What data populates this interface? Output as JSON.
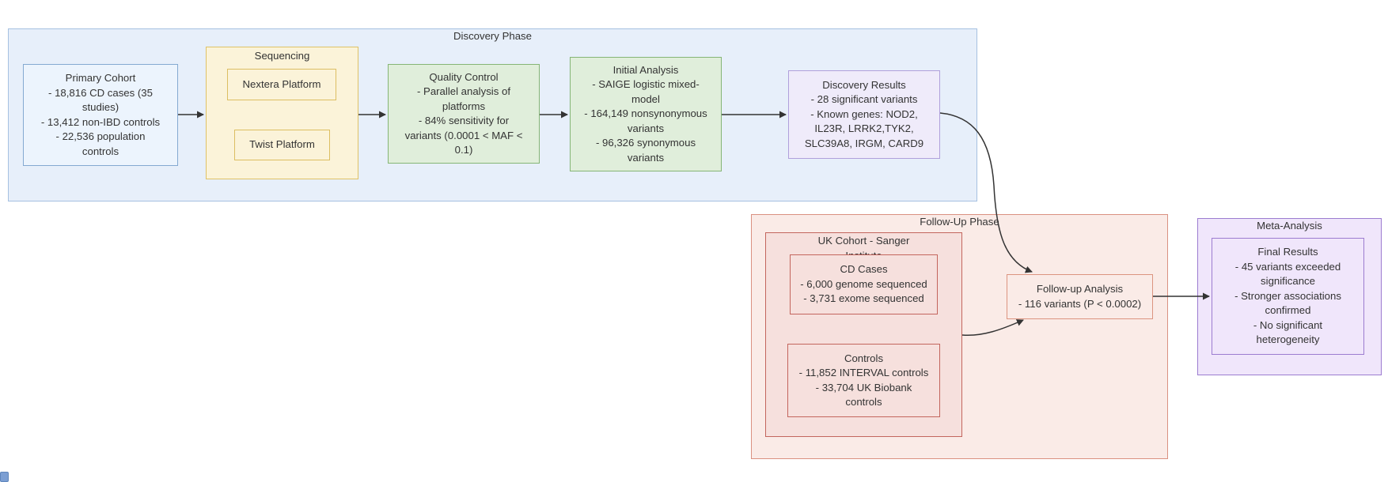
{
  "diagram_type": "flowchart",
  "discovery": {
    "title": "Discovery Phase",
    "primary_cohort": "Primary Cohort\n- 18,816 CD cases (35\nstudies)\n- 13,412 non-IBD controls\n- 22,536 population\ncontrols",
    "sequencing_title": "Sequencing",
    "nextera": "Nextera Platform",
    "twist": "Twist Platform",
    "quality_control": "Quality Control\n- Parallel analysis of\nplatforms\n- 84% sensitivity for\nvariants (0.0001 < MAF <\n0.1)",
    "initial_analysis": "Initial Analysis\n- SAIGE logistic mixed-\nmodel\n- 164,149 nonsynonymous\nvariants\n- 96,326 synonymous\nvariants",
    "discovery_results": "Discovery Results\n- 28 significant variants\n- Known genes: NOD2,\nIL23R, LRRK2,TYK2,\nSLC39A8, IRGM, CARD9"
  },
  "followup": {
    "title": "Follow-Up Phase",
    "uk_cohort_title": "UK Cohort - Sanger\nInstitute",
    "cd_cases": "CD Cases\n- 6,000 genome sequenced\n- 3,731 exome sequenced",
    "controls": "Controls\n- 11,852 INTERVAL controls\n- 33,704 UK Biobank\ncontrols",
    "followup_analysis": "Follow-up Analysis\n- 116 variants (P < 0.0002)"
  },
  "meta": {
    "title": "Meta-Analysis",
    "final_results": "Final Results\n- 45 variants exceeded\nsignificance\n- Stronger associations\nconfirmed\n- No significant\nheterogeneity"
  },
  "colors": {
    "edge": "#333333",
    "text": "#333333",
    "discovery_cluster_fill": "#E7EFFA",
    "discovery_cluster_border": "#A6C1E1",
    "primary_node_fill": "#ECF4FD",
    "primary_node_border": "#84A9D1",
    "sequencing_fill": "#FBF3D9",
    "sequencing_border": "#DFC266",
    "green_fill": "#E0EEDB",
    "green_border": "#85B575",
    "results_fill": "#EFEBFA",
    "results_border": "#B0A0DB",
    "followup_cluster_fill": "#FAEBE7",
    "followup_cluster_border": "#DA9181",
    "uk_cluster_fill": "#F6E0DD",
    "uk_cluster_border": "#C3655D",
    "meta_fill": "#F0E6FB",
    "meta_border": "#9C7CD0"
  }
}
